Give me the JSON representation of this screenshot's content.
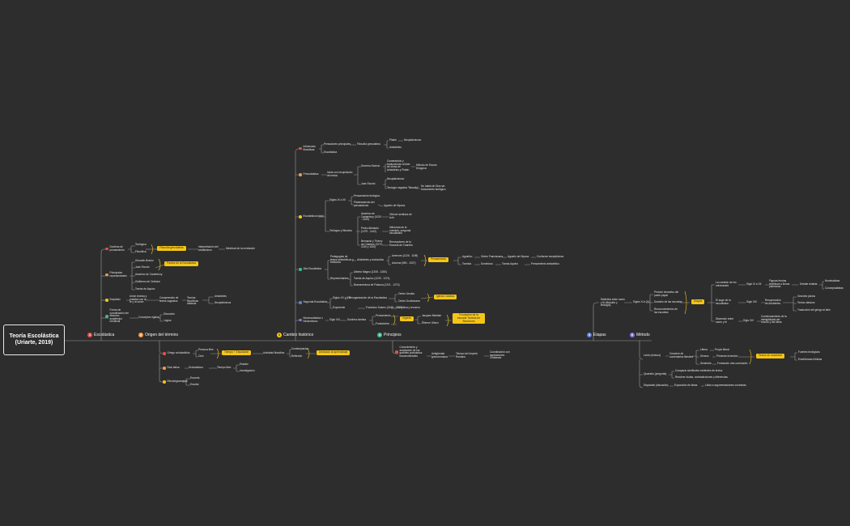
{
  "root": {
    "title": "Teoría Escolástica (Uriarte, 2019)"
  },
  "branches": [
    {
      "num": "1",
      "label": "Escolástica",
      "color": "#e0534a"
    },
    {
      "num": "2",
      "label": "Origen del término",
      "color": "#f29a4a"
    },
    {
      "num": "3",
      "label": "Cambio histórico",
      "color": "#f5c518"
    },
    {
      "num": "4",
      "label": "Principios",
      "color": "#3dbb8a"
    },
    {
      "num": "5",
      "label": "Etapas",
      "color": "#5b7fe0"
    },
    {
      "num": "6",
      "label": "Método",
      "color": "#8b6fe0"
    }
  ],
  "escolastica": {
    "items": [
      "Doctrina de pensamiento",
      "Principales representantes",
      "Emplealo",
      "Forma de coordinación del discurso académico medieval"
    ],
    "doctrina": [
      "Teológica",
      "Filosófica"
    ],
    "doctrina_hl": "Filosofía grecolatina",
    "doctrina_a": "Interpretación del cristianismo",
    "doctrina_b": "Medieval de la revelación",
    "reps": [
      "Genadio Boecio",
      "Juan Escoto",
      "Anselmo de Canterbury",
      "Guillermo de Ockham",
      "Tomás de Aquino"
    ],
    "reps_hl": "Padres de la Escolástica",
    "emplea": "Unión teórica y práctica con la fe y la razón",
    "emplea_a": "Comprensión de textos sagrados",
    "emplea_b": "Teorías filosóficas clásicas",
    "emplea_c": [
      "Aristóteles",
      "Neoplatónicos"
    ],
    "coord": "Conceptos rígidos",
    "coord_a": [
      "Discusión",
      "Lógica"
    ]
  },
  "origen": {
    "items": [
      "Griego scholastikós",
      "Raíz latina",
      "Etimológicamente"
    ],
    "griego": [
      "Persona libre",
      "Ocio"
    ],
    "griego_hl": "Tiempo + Estudiante",
    "griego_a": "Actividad filosófica",
    "griego_b": [
      "Contemplación",
      "Reflexión"
    ],
    "griego_hl2": "Dedicado al aprendizaje",
    "latina": "Scholasticus",
    "latina_a": "Tiempo libre",
    "latina_b": [
      "Estudio",
      "Investigación"
    ],
    "etimo": [
      "Escuela",
      "Escolar"
    ]
  },
  "cambio": {
    "items": [
      "Influencias filosóficas",
      "Prescolástica",
      "Escolástica inicial",
      "Alta Escolástica",
      "Segunda Escolástica",
      "Neoescolástica o Neotomismo"
    ],
    "infl": [
      "Pensadores principales",
      "Escolástica"
    ],
    "infl_a": "Filosofía grecolatina",
    "infl_b": [
      "Platón",
      "Aristóteles"
    ],
    "infl_c": "Neoplatonismo",
    "presc": "Inicia con recopilación de textos",
    "presc_a": [
      "Severino Boecio",
      "Juan Escoto"
    ],
    "presc_b": "Comentarios y traducciones al latín de obras de Aristóteles y Platón",
    "presc_c": "Método de Escoto Eriúgena",
    "presc_d": [
      "Neoplatonismo",
      "Teología negativa \"filosofía\""
    ],
    "presc_e": "No habla de Dios sin fundamento teológico",
    "inicial": [
      "Siglos IX a XII",
      "Teólogos y filósofos"
    ],
    "inicial_a": [
      "Pensamiento teológico",
      "Planteamiento del pensamiento"
    ],
    "inicial_b": "Agustín de Hipona",
    "inicial_c": [
      "Anselmo de Canterbury (1033 - 1109)",
      "Pedro Abelardo (1079 - 1142)",
      "Bernardo y Thierry de Chartres (1070-1130 y 1150)"
    ],
    "inicial_d": [
      "Ofrecer sentidos de la fe",
      "Influencia de la cuestión, pregunta escolástica",
      "Renovadores de la Escuela de Chartres"
    ],
    "alta": [
      "Pedagogías de textos aristotélicos y trinitarios",
      "Representantes"
    ],
    "alta_a": "Aristóteles y traducidos",
    "alta_b": [
      "Averroes (1126 - 1198)",
      "Avicena (980 - 1037)"
    ],
    "alta_hl": "Pensamiento",
    "alta_c": [
      "Agustino",
      "Tomista"
    ],
    "alta_d": [
      "Orden Franciscana",
      "Dominicos"
    ],
    "alta_e": [
      "Agustín de Hipona",
      "Tomás Aquino"
    ],
    "alta_f": [
      "Conforme escepticismo",
      "Pensamiento aristotélico"
    ],
    "alta_g": [
      "Alberto Magno (1206 - 1280)",
      "Tomás de Aquino (1225 - 1274)",
      "Buenaventura de Fidanza (1221 - 1274)"
    ],
    "segunda": [
      "Siglos XV y XVI",
      "Exponente"
    ],
    "segunda_a": "Reorganización de la Escolástica",
    "segunda_b": [
      "Orden Jesuita",
      "Orden Dominicana"
    ],
    "segunda_hl": "Iglesia Católica",
    "segunda_c": "Francisco Suárez (1548 - 1617)",
    "segunda_d": "Combina y renueva",
    "neo": "Siglo XIX",
    "neo_a": "Doctrina tomista",
    "neo_b": [
      "Pensamiento",
      "Fundadores"
    ],
    "neo_hl": "Vigente",
    "neo_c": [
      "Jacques Maritain",
      "Étienne Gilson"
    ],
    "neo_hl2": "Fundación de la escuela Tomista de Barcelona"
  },
  "principios": {
    "a": "Conocimiento y aceptación de los grandes postulados trascendentales",
    "b": "Antigüedad grecorromana",
    "c": "Tiempo del Imperio Romano",
    "d": "Coordinación con aportaciones Cristianas"
  },
  "etapas": {
    "a": "Distintiva entre razón y fe (filosofía y teología)",
    "b": "Siglos XI a XV",
    "c": [
      "Periodo formativo del poder papal",
      "Dominio de las escuelas",
      "Reconocimientos de las escuelas"
    ],
    "hl": "Etapas",
    "d": [
      "La cuestión de los universales",
      "El auge de la escolástica",
      "Disensión entre razón y fe"
    ],
    "e": [
      "Siglo IX a XII",
      "Siglo XIII",
      "Siglo XIV"
    ],
    "f": [
      "Figuras teorías sintéticas a líneas platónicas",
      "Recuperación de Aristóteles",
      "Cuestionamiento de la inteligibilidad del mundo y las ideas"
    ],
    "g": "Debate realista",
    "g2": [
      "Nominalistas",
      "Conceptualistas"
    ],
    "h": [
      "Grandes juicios",
      "Textos clásicos",
      "Traducción del griego al latín"
    ]
  },
  "metodo": {
    "items": [
      "Lectio (lectura)",
      "Quaestio (pregunta)",
      "Disputatio (discusión)"
    ],
    "lectio_a": "Creación de comentarios literales",
    "lectio_b": [
      "Littera",
      "Sensus",
      "Sententia"
    ],
    "lectio_c": [
      "Propio literal",
      "Primeras inversión",
      "Formación otra conclusión"
    ],
    "lectio_hl": "Textos de autoridad",
    "lectio_d": [
      "Fuentes teológicas",
      "Enseñanzas bíblicas"
    ],
    "quaestio": [
      "Comparar similitudes evidentes de textos",
      "Resolver dudas, contradicciones y diferencias"
    ],
    "disp": "Exposición de ideas",
    "disp_a": "Lidiar a argumentaciones contrarias"
  }
}
